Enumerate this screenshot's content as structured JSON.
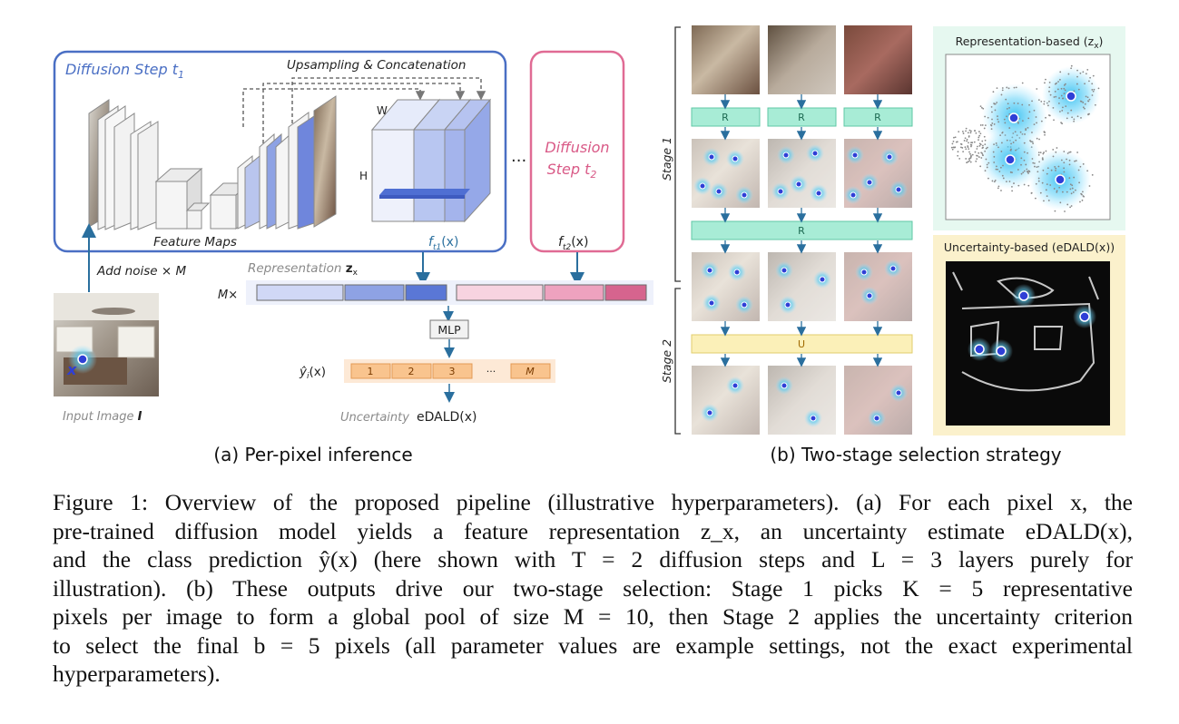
{
  "panel_a": {
    "step1_title": "Diffusion Step t",
    "step1_sub": "1",
    "upsampling_label": "Upsampling & Concatenation",
    "feature_maps_label": "Feature Maps",
    "w_label": "W",
    "h_label": "H",
    "ellipsis": "...",
    "step2_title_line1": "Diffusion",
    "step2_title_line2": "Step t",
    "step2_sub": "2",
    "f_t1": "f",
    "f_t1_sub": "t1",
    "f_arg": "(x)",
    "f_t2": "f",
    "f_t2_sub": "t2",
    "add_noise": "Add noise × M",
    "representation": "Representation",
    "z_symbol": "z",
    "z_sub": "x",
    "m_times": "M×",
    "mlp": "MLP",
    "y_hat": "ŷ",
    "y_hat_sub": "i",
    "y_arg": "(x)",
    "class_cells": [
      "1",
      "2",
      "3",
      "···",
      "M"
    ],
    "uncertainty": "Uncertainty",
    "edald": "eDALD(x)",
    "input_image": "Input Image",
    "input_symbol": "I",
    "pixel_symbol": "x",
    "subcaption": "(a) Per-pixel inference"
  },
  "panel_b": {
    "stage1": "Stage 1",
    "stage2": "Stage 2",
    "r_label": "R",
    "u_label": "U",
    "rep_based": "Representation-based (z",
    "rep_based_sub": "x",
    "rep_based_close": ")",
    "unc_based": "Uncertainty-based (eDALD(x))",
    "subcaption": "(b) Two-stage selection strategy"
  },
  "caption_lines": [
    "Figure 1: Overview of the proposed pipeline (illustrative hyperparameters). (a) For each pixel x, the",
    "pre-trained diffusion model yields a feature representation z_x, an uncertainty estimate eDALD(x),",
    "and the class prediction ŷ(x) (here shown with T = 2 diffusion steps and L = 3 layers purely for",
    "illustration). (b) These outputs drive our two-stage selection: Stage 1 picks K = 5 representative",
    "pixels per image to form a global pool of size M = 10, then Stage 2 applies the uncertainty criterion",
    "to select the final b = 5 pixels (all parameter values are example settings, not the exact experimental",
    "hyperparameters)."
  ],
  "colors": {
    "step1_border": "#4a6fc4",
    "step2_border": "#e06b94",
    "r_box": "#a8ecd6",
    "u_box": "#fbf0b8",
    "class_cells": "#f9c48e",
    "rep_bg": "#e6f8f0",
    "unc_bg": "#fbf1cc",
    "selected_point": "#2f3fd6"
  }
}
